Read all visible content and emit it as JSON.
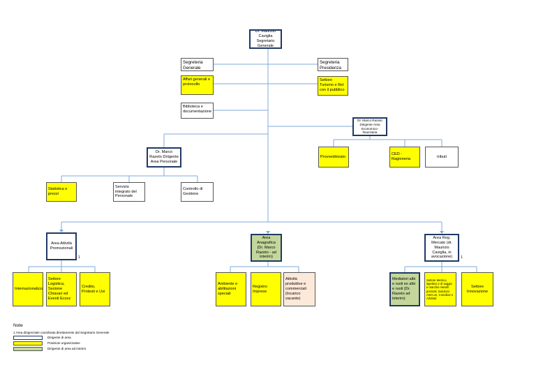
{
  "chart": {
    "top": "Dr. Maurizio Caviglia Segretario Generale",
    "seg_generale": "Segreteria Generale",
    "seg_presidenza": "Segreteria Presidenza",
    "affari_generali": "Affari generali e protocollo",
    "turismo": "Settore Turismo e Rel con il pubblico",
    "biblioteca": "Biblioteca e documentazione",
    "dir_economico": "Dr. Marco Razeto Dirigente Area Economico-finanziaria",
    "provveditorato": "Provveditorato",
    "ced": "CED -Ragioneria",
    "tributi": "tributi",
    "dir_personale": "Dr. Marco Razeto Dirigente Area Personale",
    "statistica": "Statistica e prezzi",
    "servizio_personale": "Servizio integrato del Personale",
    "controllo_gestione": "Controllo di Gestione",
    "area_promozionali": "Area Attività Promozionali",
    "area_anagrafica": "Area Anagrafica (Dr. Marco Razeto - ad interim)",
    "area_mercato": "Area Reg. Mercato (dr. Maurizio Caviglia, in avocazione)",
    "internaz": "Internazionalizzazione",
    "logistica": "Settore Logistica, Sezione Chiavari ed Eventi Eccez",
    "credito": "Credito, Protesti e Usi",
    "ambiente": "Ambiente e abilitazioni speciali",
    "registro": "Registro Imprese",
    "attivita_produttive": "Attività produttive e commerciali (Incarico vacante)",
    "mediatori": "Mediatori albi e ruoli ex albi e ruoli (Dr. Razeto ad interim)",
    "metrico": "Settore Metrico, ispettivo e di saggio e marchio metalli preziosi; Sanzioni Amm.ve, Conciliaz e Arbitrati",
    "innovazione": "Settore Innovazione",
    "footnote_1": "1",
    "footnote_2": "1"
  },
  "legend": {
    "title": "Note",
    "note": "1 Area dirigenziale coordinata direttamente dal Segretario Generale",
    "items": [
      {
        "label": "Dirigente di area",
        "color": "#ffffff"
      },
      {
        "label": "Posizioni organizzative",
        "color": "#ffff00"
      },
      {
        "label": "Dirigente di area ad interim",
        "color": "#c4d79b"
      }
    ]
  },
  "colors": {
    "connector": "#7fa8d8",
    "head_border": "#1f3864",
    "yellow": "#ffff00",
    "green": "#c4d79b",
    "peach": "#fde9d9"
  }
}
